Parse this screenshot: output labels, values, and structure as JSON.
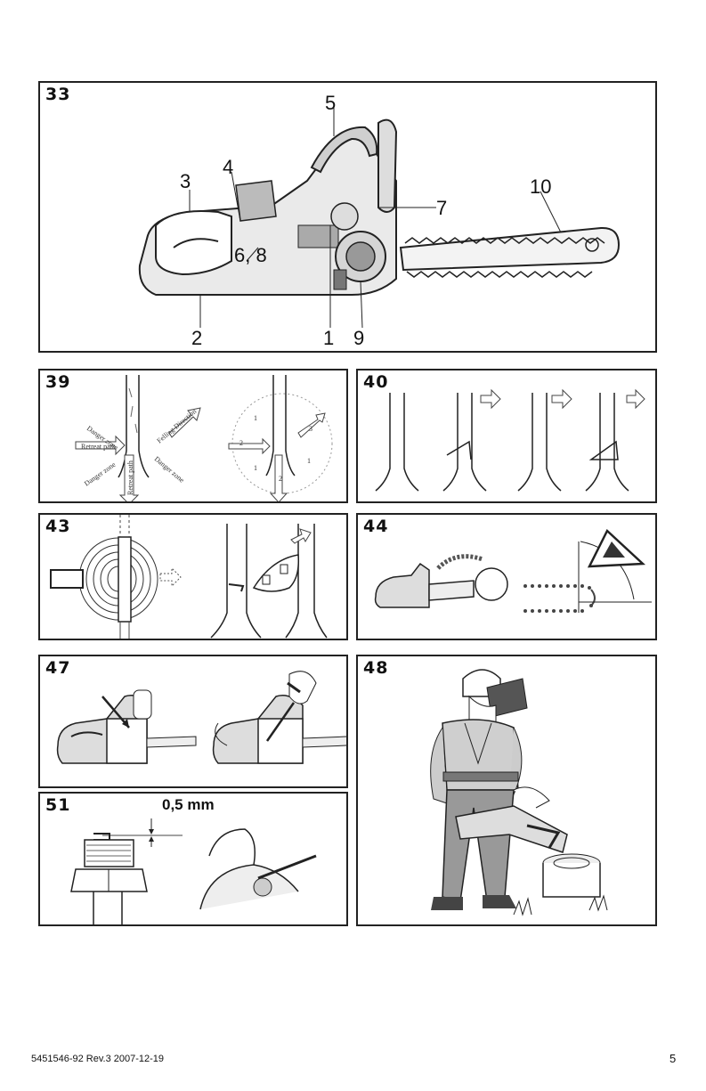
{
  "panels": {
    "p33": {
      "number": "33",
      "callouts": [
        "5",
        "4",
        "3",
        "10",
        "7",
        "6, 8",
        "2",
        "1",
        "9"
      ]
    },
    "p39": {
      "number": "39",
      "labels": [
        "Danger zone",
        "Felling Direction",
        "Retreat path",
        "Danger zone",
        "Retreat path",
        "Danger zone"
      ],
      "markers": [
        "1",
        "2",
        "3",
        "1",
        "1",
        "2"
      ]
    },
    "p40": {
      "number": "40"
    },
    "p43": {
      "number": "43"
    },
    "p44": {
      "number": "44"
    },
    "p47": {
      "number": "47"
    },
    "p48": {
      "number": "48"
    },
    "p51": {
      "number": "51",
      "gap_label": "0,5 mm"
    }
  },
  "footer": {
    "doc_id": "5451546-92 Rev.3 2007-12-19",
    "page_number": "5"
  }
}
